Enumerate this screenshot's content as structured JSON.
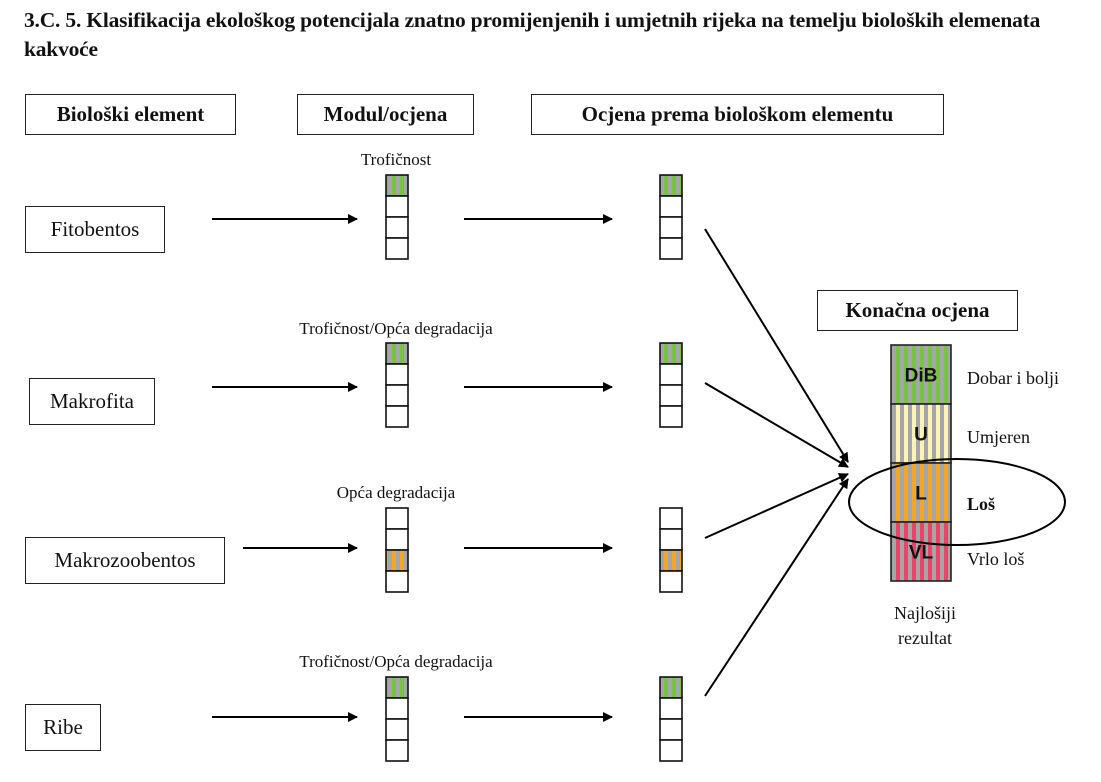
{
  "title": "3.C. 5. Klasifikacija ekološkog potencijala znatno promijenjenih i umjetnih rijeka na temelju biološkіh elemenata kakvoće",
  "headers": {
    "element": "Biološki element",
    "module": "Modul/ocjena",
    "rating": "Ocjena prema biološkom elementu",
    "final": "Konačna ocjena"
  },
  "colors": {
    "good": "#7cc242",
    "moderate": "#fdf3b4",
    "poor": "#f5a623",
    "bad": "#e8456b",
    "stripe": "#a6a6a6"
  },
  "elements": [
    {
      "name": "Fitobentos",
      "module": "Trofičnost",
      "filled_cell": 0,
      "color": "good"
    },
    {
      "name": "Makrofita",
      "module": "Trofičnost/Opća degradacija",
      "filled_cell": 0,
      "color": "good"
    },
    {
      "name": "Makrozoobentos",
      "module": "Opća degradacija",
      "filled_cell": 2,
      "color": "poor"
    },
    {
      "name": "Ribe",
      "module": "Trofičnost/Opća degradacija",
      "filled_cell": 0,
      "color": "good"
    }
  ],
  "final_scale": [
    {
      "code": "DiB",
      "label": "Dobar i bolji",
      "color": "good",
      "selected": false
    },
    {
      "code": "U",
      "label": "Umjeren",
      "color": "moderate",
      "selected": false
    },
    {
      "code": "L",
      "label": "Loš",
      "color": "poor",
      "selected": true
    },
    {
      "code": "VL",
      "label": "Vrlo loš",
      "color": "bad",
      "selected": false
    }
  ],
  "final_note_line1": "Najlošiji",
  "final_note_line2": "rezultat"
}
